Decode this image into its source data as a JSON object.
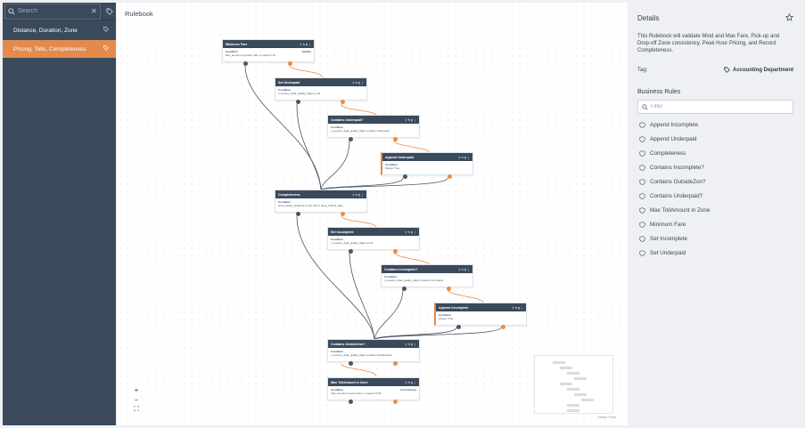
{
  "sidebar": {
    "search_placeholder": "Search",
    "clear_label": "✕",
    "items": [
      {
        "label": "Distance, Duration, Zone",
        "active": false
      },
      {
        "label": "Pricing, Tolls, Completeness",
        "active": true
      }
    ]
  },
  "canvas": {
    "title": "Rulebook",
    "attribution": "React Flow",
    "zoom_in": "+",
    "zoom_out": "−",
    "fit": "⛶",
    "nodes": [
      {
        "title": "Minimum Fare",
        "label": "Condition",
        "tag": "Validity",
        "text": "fare_amount is greater than or equal to 10"
      },
      {
        "title": "Set Underpaid",
        "label": "Condition",
        "tag": "",
        "text": "s_custom_data_quality_flags is null"
      },
      {
        "title": "Contains Underpaid?",
        "label": "Condition",
        "tag": "",
        "text": "s_custom_data_quality_flags contains Underpaid"
      },
      {
        "title": "Append Underpaid",
        "label": "Condition",
        "tag": "",
        "text": "Always True"
      },
      {
        "title": "Completeness",
        "label": "Condition",
        "tag": "",
        "text": "does_pickup_datetime is not null or does_dropoff_date..."
      },
      {
        "title": "Set Incomplete",
        "label": "Condition",
        "tag": "",
        "text": "s_custom_data_quality_flags is null"
      },
      {
        "title": "Contains Incomplete?",
        "label": "Condition",
        "tag": "",
        "text": "s_custom_data_quality_flags contains Incomplete"
      },
      {
        "title": "Append Incomplete",
        "label": "Condition",
        "tag": "",
        "text": "Always True"
      },
      {
        "title": "Contains OutsideZon?",
        "label": "Condition",
        "tag": "",
        "text": "s_custom_data_quality_flags contains OutsideZone"
      },
      {
        "title": "Max TollAmount in Zone",
        "label": "Condition",
        "tag": "Consistency",
        "text": "tolls_amount is lower than or equal to 5.34"
      }
    ]
  },
  "details": {
    "title": "Details",
    "description": "This Rulebook will validate Mind and Max Fare, Pick-up and Drop-off Zone consistency, Peak Hour Pricing, and Record Completeness.",
    "tag_label": "Tag:",
    "tag_value": "Accounting Department",
    "rules_title": "Business Rules",
    "filter_placeholder": "Filter",
    "rules": [
      "Append Incomplete",
      "Append Underpaid",
      "Completeness",
      "Contains Incomplete?",
      "Contains OutsideZon?",
      "Contains Underpaid?",
      "Max TollAmount in Zone",
      "Minimum Fare",
      "Set Incomplete",
      "Set Underpaid"
    ]
  },
  "colors": {
    "sidebar": "#3a4a5b",
    "accent": "#e38a4c",
    "node_header": "#3a4a5b"
  }
}
